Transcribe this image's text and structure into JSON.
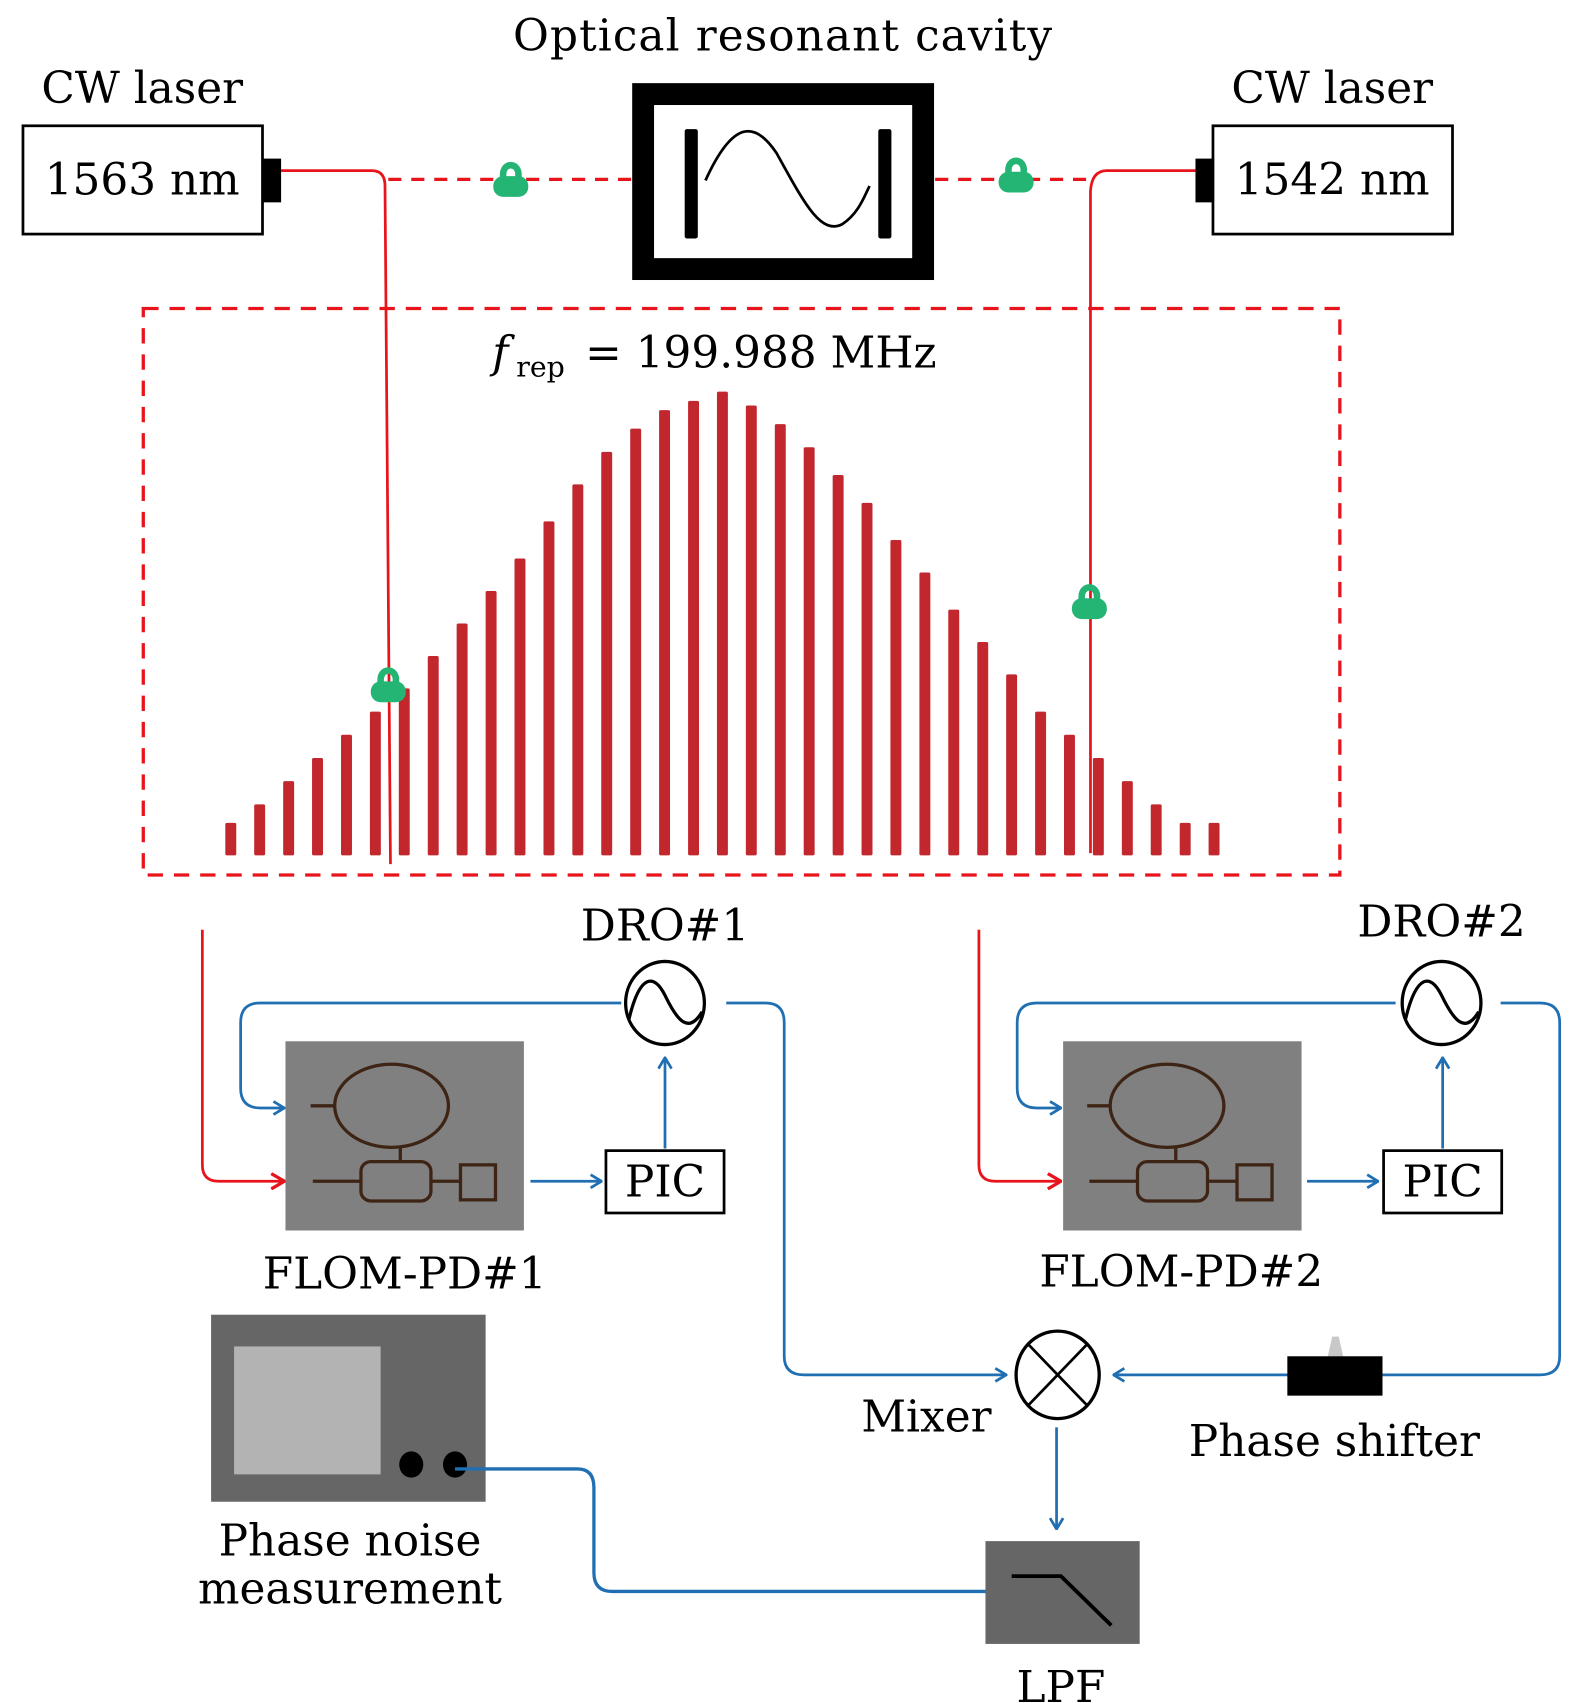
{
  "title": "Optical resonant cavity",
  "laser_left": {
    "label": "CW laser",
    "wavelength": "1563 nm"
  },
  "laser_right": {
    "label": "CW laser",
    "wavelength": "1542 nm"
  },
  "comb": {
    "frep_symbol": "f",
    "frep_sub": "rep",
    "frep_value": "= 199.988 MHz",
    "line_count": 35,
    "relative_amplitudes": [
      0.07,
      0.11,
      0.16,
      0.21,
      0.26,
      0.31,
      0.36,
      0.43,
      0.5,
      0.57,
      0.64,
      0.72,
      0.8,
      0.87,
      0.92,
      0.96,
      0.98,
      1.0,
      0.97,
      0.93,
      0.88,
      0.82,
      0.76,
      0.68,
      0.61,
      0.53,
      0.46,
      0.39,
      0.31,
      0.26,
      0.21,
      0.16,
      0.11,
      0.07,
      0.07
    ],
    "lock_left_line_index": 6,
    "lock_right_line_index": 30
  },
  "dro1": {
    "label": "DRO#1"
  },
  "dro2": {
    "label": "DRO#2"
  },
  "flom1": {
    "label": "FLOM-PD#1"
  },
  "flom2": {
    "label": "FLOM-PD#2"
  },
  "pic1": {
    "label": "PIC"
  },
  "pic2": {
    "label": "PIC"
  },
  "mixer": {
    "label": "Mixer"
  },
  "phase_shifter": {
    "label": "Phase shifter"
  },
  "lpf": {
    "label": "LPF"
  },
  "phase_noise": {
    "line1": "Phase noise",
    "line2": "measurement"
  },
  "colors": {
    "optical": "#e8141c",
    "comb": "#c1272d",
    "rf": "#1f6fb2",
    "lock": "#24b574",
    "device_grey": "#808080",
    "device_dark": "#666666"
  }
}
